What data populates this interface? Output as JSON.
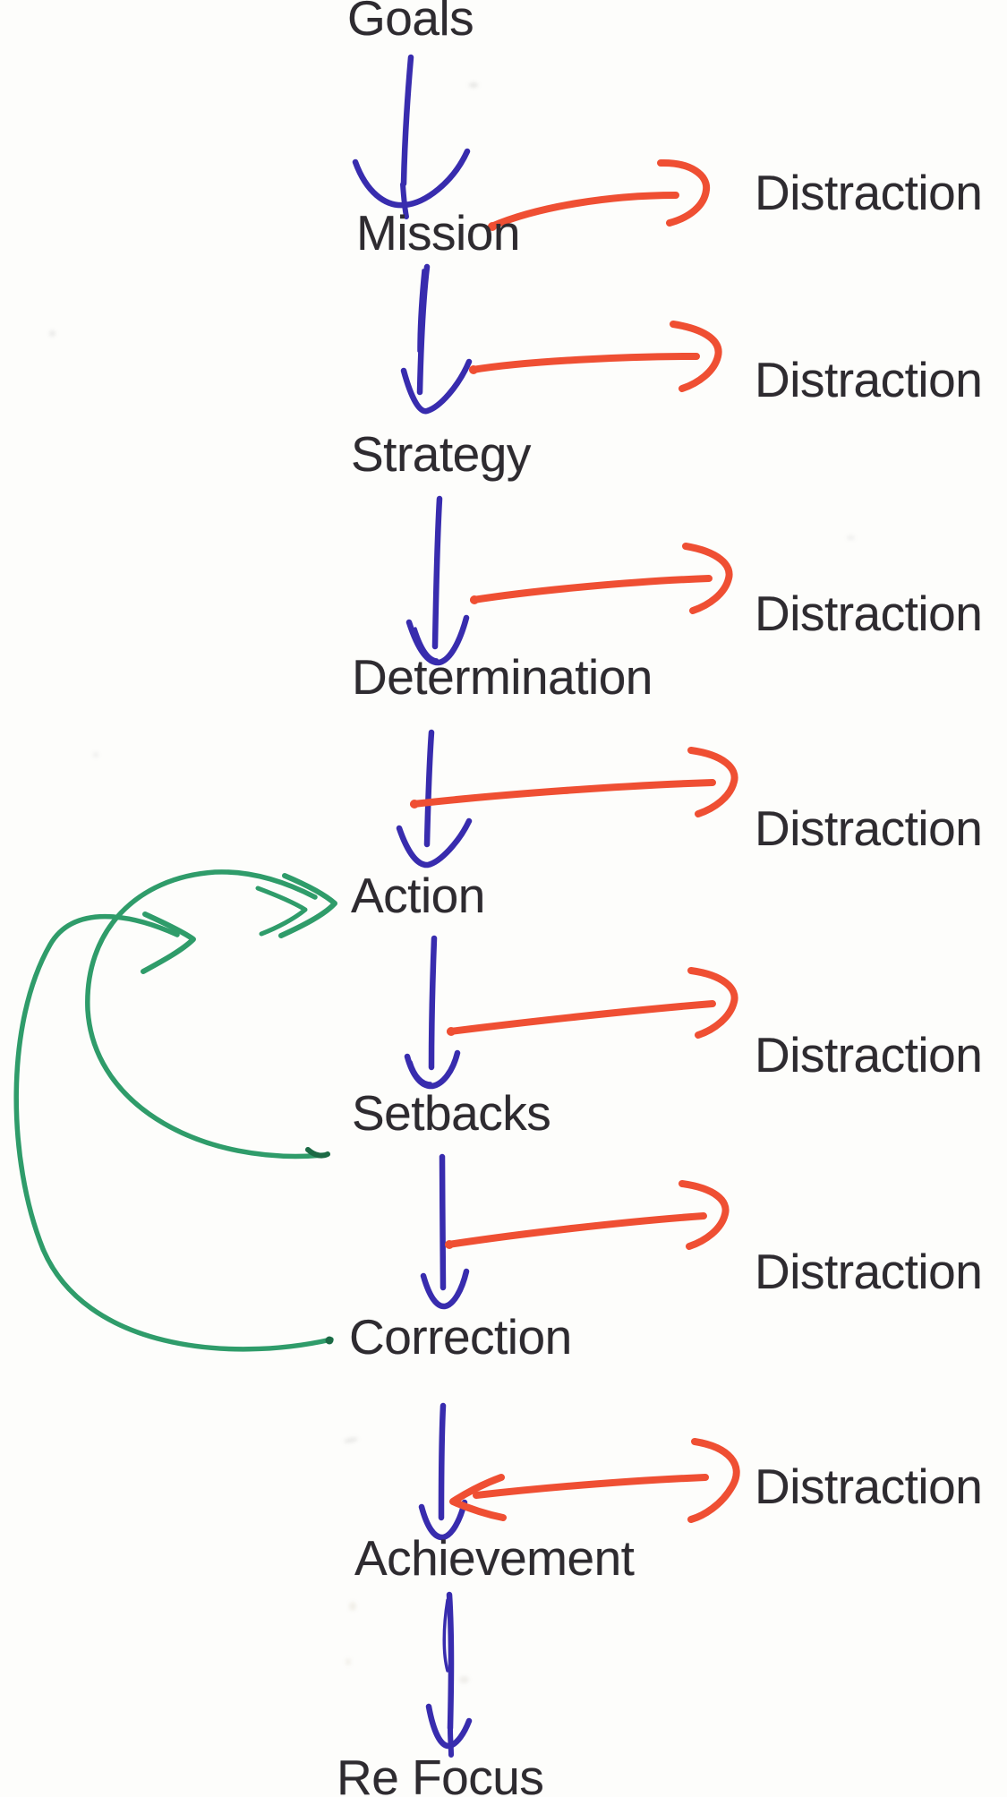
{
  "document": {
    "type": "scanned hand-drawn flowchart",
    "description": "Vertical goal-pursuit flow; every transition leaks to a Distraction; Setbacks and Correction loop back to Action"
  },
  "steps": [
    {
      "label": "Goals"
    },
    {
      "label": "Mission"
    },
    {
      "label": "Strategy"
    },
    {
      "label": "Determination"
    },
    {
      "label": "Action"
    },
    {
      "label": "Setbacks"
    },
    {
      "label": "Correction"
    },
    {
      "label": "Achievement"
    },
    {
      "label": "Re Focus"
    }
  ],
  "distractions": [
    {
      "label": "Distraction"
    },
    {
      "label": "Distraction"
    },
    {
      "label": "Distraction"
    },
    {
      "label": "Distraction"
    },
    {
      "label": "Distraction"
    },
    {
      "label": "Distraction"
    },
    {
      "label": "Distraction"
    }
  ],
  "flow": {
    "main_sequence": [
      "Goals",
      "Mission",
      "Strategy",
      "Determination",
      "Action",
      "Setbacks",
      "Correction",
      "Achievement",
      "Re Focus"
    ],
    "distraction_offshoots": [
      {
        "between": "Goals and Mission",
        "to": "Distraction"
      },
      {
        "between": "Mission and Strategy",
        "to": "Distraction"
      },
      {
        "between": "Strategy and Determination",
        "to": "Distraction"
      },
      {
        "between": "Determination and Action",
        "to": "Distraction"
      },
      {
        "between": "Action and Setbacks",
        "to": "Distraction"
      },
      {
        "between": "Setbacks and Correction",
        "to": "Distraction"
      },
      {
        "between": "Correction and Achievement",
        "to": "Distraction"
      }
    ],
    "loopbacks": [
      {
        "from": "Setbacks",
        "to": "Action"
      },
      {
        "from": "Correction",
        "to": "Action"
      }
    ]
  },
  "colors": {
    "paper": "#fdfdfb",
    "text_ink": "#2e2b30",
    "ink_blue": "#382cae",
    "ink_red": "#ef4f33",
    "ink_green": "#2f9c6a",
    "ink_green_dark": "#1c6a45"
  }
}
